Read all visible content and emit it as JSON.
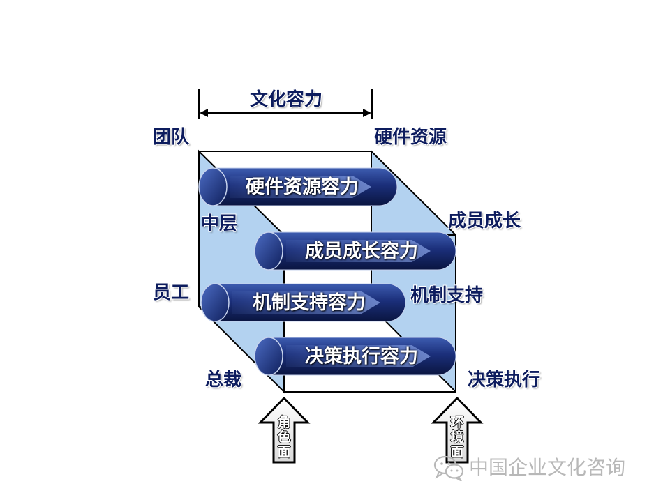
{
  "top_dimension": "文化容力",
  "corner_labels": {
    "team": "团队",
    "hardware": "硬件资源",
    "middle": "中层",
    "growth": "成员成长",
    "staff": "员工",
    "mechanism": "机制支持",
    "president": "总裁",
    "decision": "决策执行"
  },
  "bars": [
    {
      "label": "硬件资源容力"
    },
    {
      "label": "成员成长容力"
    },
    {
      "label": "机制支持容力"
    },
    {
      "label": "决策执行容力"
    }
  ],
  "arrows": {
    "role": "角色面",
    "environment": "环境面"
  },
  "watermark": "中国企业文化咨询",
  "colors": {
    "text": "#0d1c5e",
    "bar_dark": "#0a1540",
    "bar_mid": "#1f3a8f",
    "face": "#b3d2f0",
    "edge": "#000000"
  }
}
